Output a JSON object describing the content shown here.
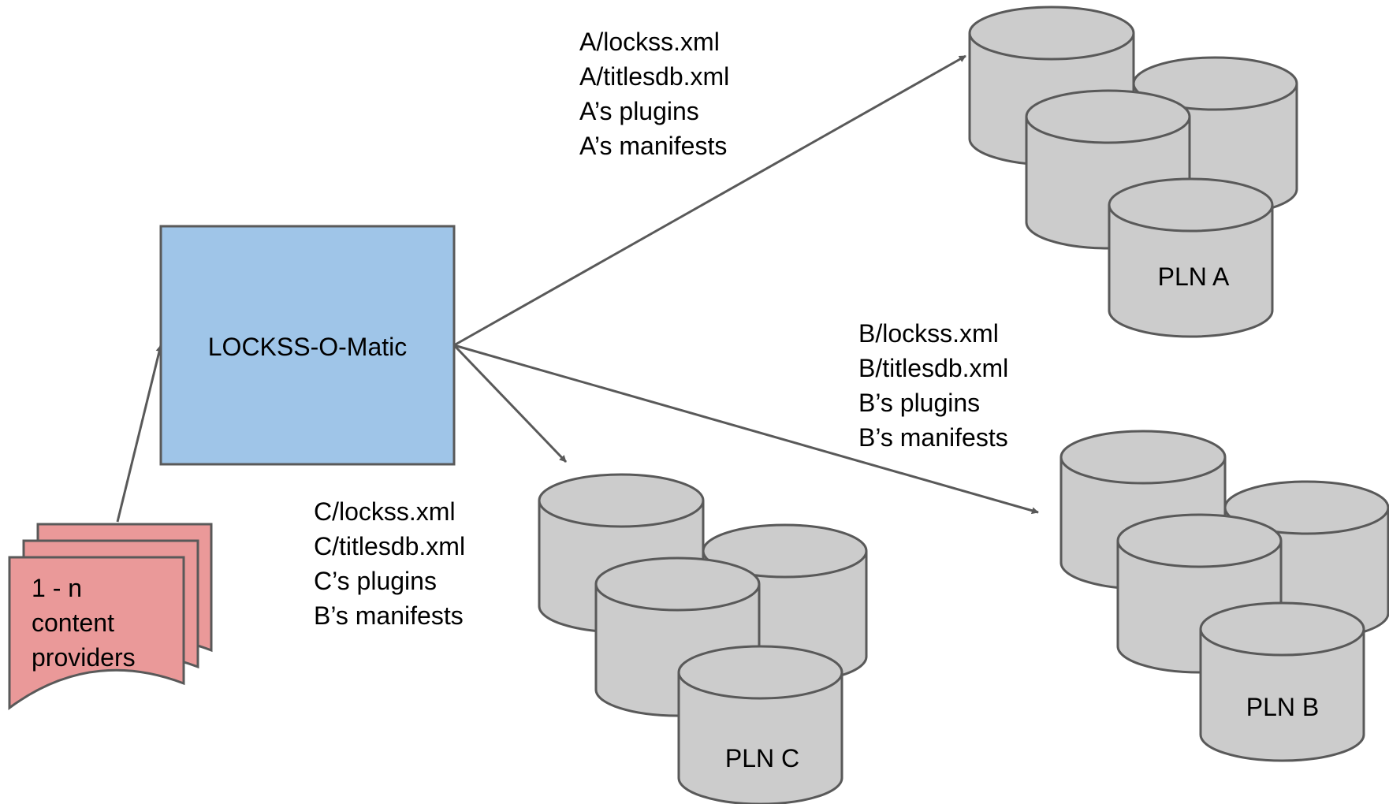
{
  "diagram": {
    "providers": {
      "lines": [
        "1 - n",
        "content",
        "providers"
      ]
    },
    "server": {
      "label": "LOCKSS-O-Matic"
    },
    "pln_a": {
      "label": "PLN A",
      "files": [
        "A/lockss.xml",
        "A/titlesdb.xml",
        "A’s plugins",
        "A’s manifests"
      ]
    },
    "pln_b": {
      "label": "PLN B",
      "files": [
        "B/lockss.xml",
        "B/titlesdb.xml",
        "B’s plugins",
        "B’s manifests"
      ]
    },
    "pln_c": {
      "label": "PLN C",
      "files": [
        "C/lockss.xml",
        "C/titlesdb.xml",
        "C’s plugins",
        "B’s manifests"
      ]
    }
  },
  "colors": {
    "server_fill": "#9fc5e8",
    "provider_fill": "#ea9999",
    "database_fill": "#cccccc",
    "stroke": "#595959",
    "arrow": "#595959"
  }
}
